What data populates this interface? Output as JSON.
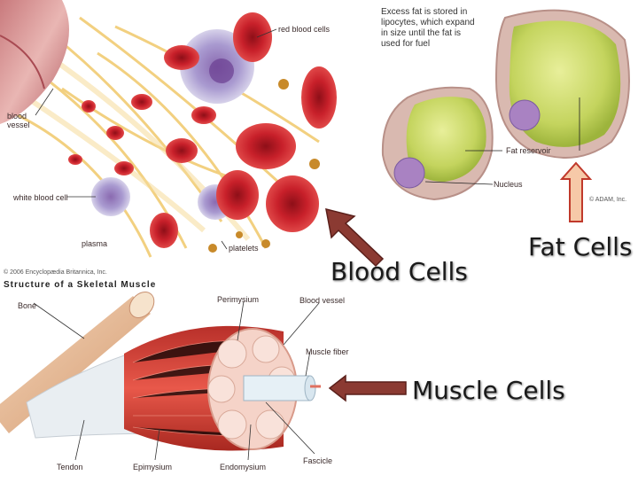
{
  "blood_panel": {
    "labels": {
      "red_blood_cells": "red blood cells",
      "blood_vessel": "blood\nvessel",
      "white_blood_cell": "white blood cell",
      "plasma": "plasma",
      "platelets": "platelets"
    },
    "credit": "© 2006 Encyclopædia Britannica, Inc."
  },
  "fat_panel": {
    "note": "Excess fat is stored in lipocytes, which expand in size until the fat is used for fuel",
    "labels": {
      "fat_reservoir": "Fat reservoir",
      "nucleus": "Nucleus"
    },
    "credit": "© ADAM, Inc."
  },
  "muscle_panel": {
    "title": "Structure of a Skeletal Muscle",
    "labels": {
      "bone": "Bone",
      "perimysium": "Perimysium",
      "blood_vessel": "Blood vessel",
      "muscle_fiber": "Muscle fiber",
      "tendon": "Tendon",
      "epimysium": "Epimysium",
      "endomysium": "Endomysium",
      "fascicle": "Fascicle"
    }
  },
  "captions": {
    "blood": "Blood Cells",
    "fat": "Fat Cells",
    "muscle": "Muscle Cells"
  },
  "colors": {
    "arrow": "#8b3a32",
    "arrow_outline": "#5a1f1a",
    "fat_arrow": "#f6c9a8",
    "fat_arrow_outline": "#c0392b",
    "rbc": "#c8202a",
    "fat_cell": "#c8d86a",
    "muscle": "#d8433a"
  }
}
